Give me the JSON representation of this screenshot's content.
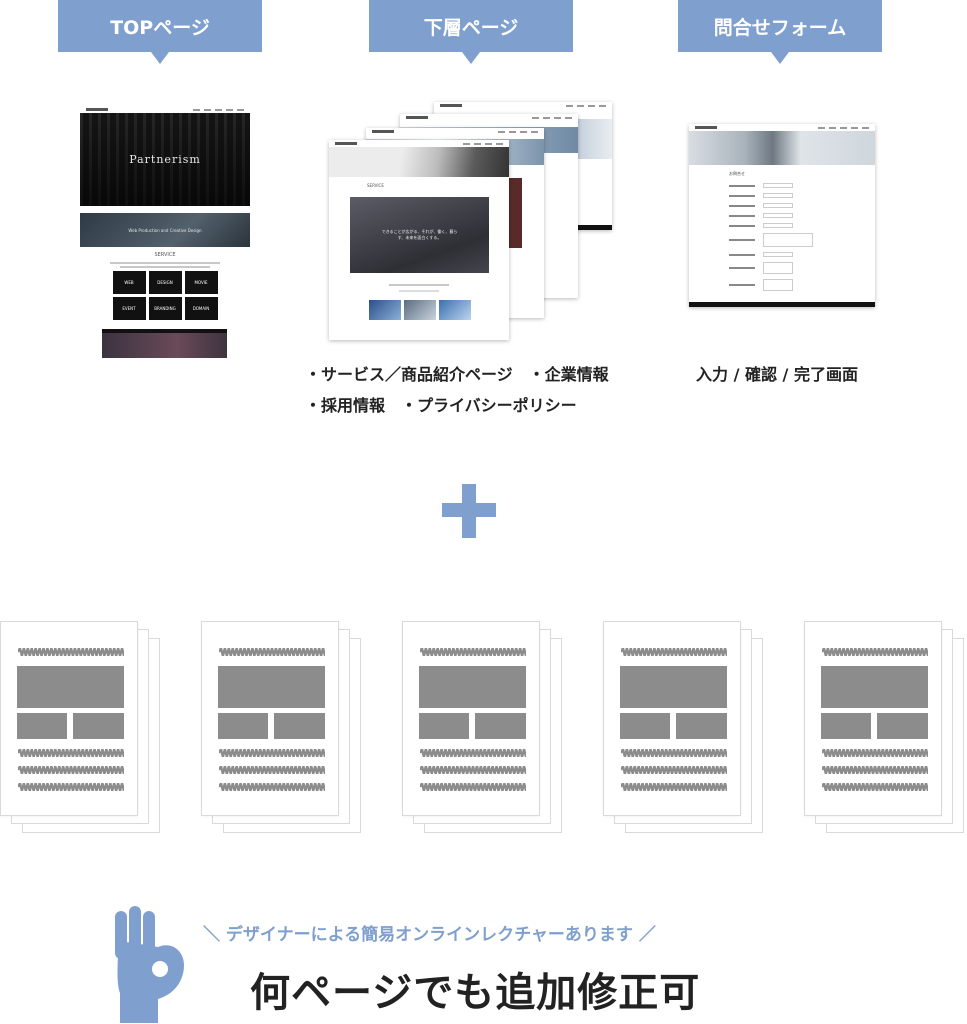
{
  "tags": [
    {
      "label": "TOPページ"
    },
    {
      "label": "下層ページ"
    },
    {
      "label": "問合せフォーム"
    }
  ],
  "top_mockup": {
    "hero_text": "Partnerism",
    "banner_text": "Web Production and Creative Design",
    "section_title": "SERVICE",
    "services": [
      "WEB",
      "DESIGN",
      "MOVIE",
      "EVENT",
      "BRANDING",
      "DOMAIN"
    ]
  },
  "sub_mockup": {
    "section_title": "SERVICE",
    "hero_text": "できることが広がる、それが、働く、暮らす、未来を面白くする。"
  },
  "form_mockup": {
    "title": "お問合せ"
  },
  "captions": {
    "sub_line1": "・サービス／商品紹介ページ　・企業情報",
    "sub_line2": "・採用情報　・プライバシーポリシー",
    "form": "入力 / 確認 / 完了画面"
  },
  "bottom": {
    "subtitle": "＼ デザイナーによる簡易オンラインレクチャーあります ／",
    "title": "何ページでも追加修正可"
  },
  "colors": {
    "accent": "#7f9fce",
    "placeholder_gray": "#8c8c8c"
  },
  "icons": [
    "ok-hand-icon",
    "plus-icon"
  ]
}
